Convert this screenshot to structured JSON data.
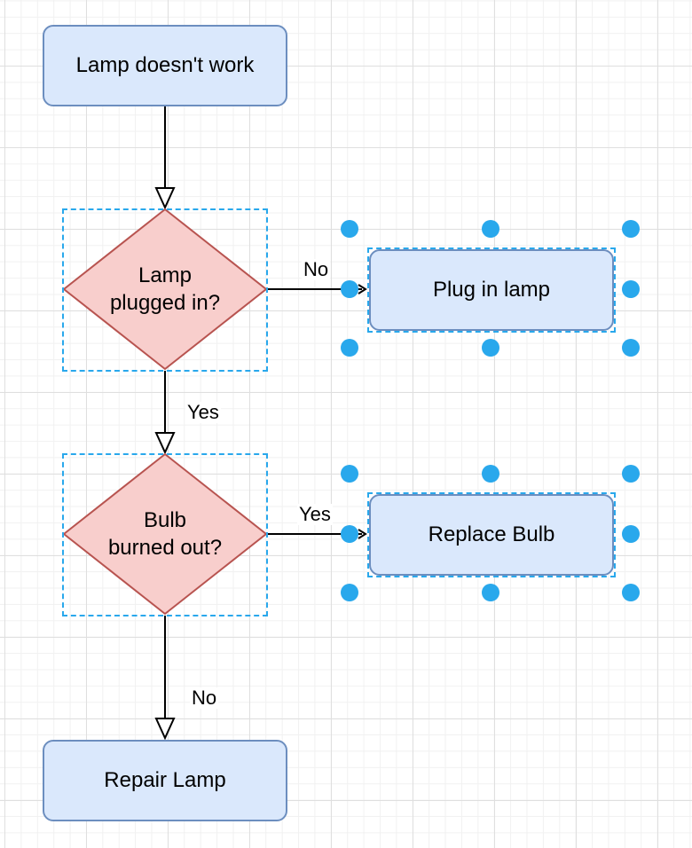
{
  "diagram": {
    "nodes": {
      "start": "Lamp doesn't work",
      "decision_plugged": "Lamp\nplugged in?",
      "plug_in": "Plug in lamp",
      "decision_bulb": "Bulb\nburned out?",
      "replace_bulb": "Replace Bulb",
      "repair": "Repair Lamp"
    },
    "edge_labels": {
      "plugged_no": "No",
      "plugged_yes": "Yes",
      "bulb_yes": "Yes",
      "bulb_no": "No"
    },
    "colors": {
      "process_fill": "#dae8fc",
      "process_stroke": "#6c8ebf",
      "decision_fill": "#f8cecc",
      "decision_stroke": "#b85450",
      "selection": "#29a8ec",
      "edge": "#000000"
    }
  }
}
